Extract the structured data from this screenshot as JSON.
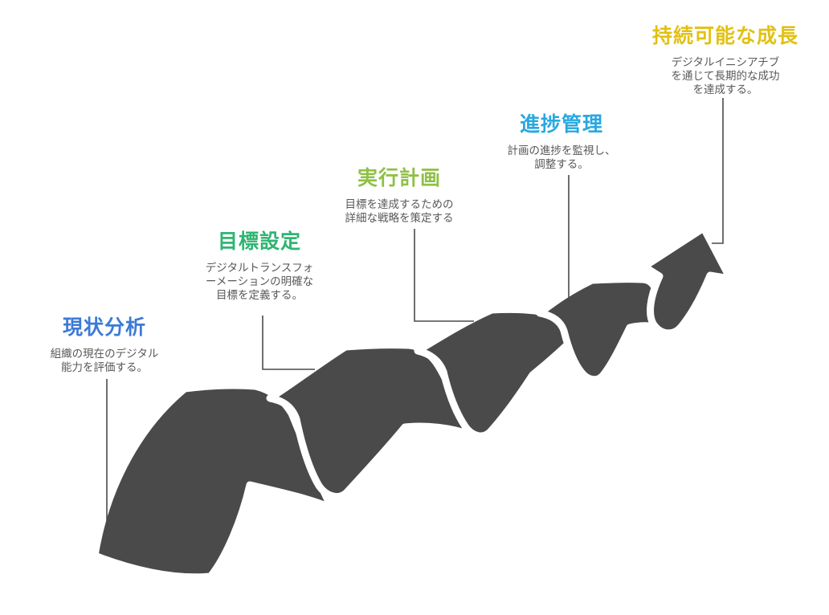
{
  "diagram": {
    "wave_color": "#4a4a4a",
    "gap_color": "#ffffff",
    "line_color": "#4a4a4a",
    "text_color": "#595959",
    "background": "#ffffff",
    "steps": [
      {
        "label": "現状分析",
        "color": "#3c7ad6",
        "desc": [
          "組織の現在のデジタル",
          "能力を評価する。"
        ]
      },
      {
        "label": "目標設定",
        "color": "#2eb572",
        "desc": [
          "デジタルトランスフォ",
          "ーメーションの明確な",
          "目標を定義する。"
        ]
      },
      {
        "label": "実行計画",
        "color": "#8fc046",
        "desc": [
          "目標を達成するための",
          "詳細な戦略を策定する"
        ]
      },
      {
        "label": "進捗管理",
        "color": "#29a8df",
        "desc": [
          "計画の進捗を監視し、",
          "調整する。"
        ]
      },
      {
        "label": "持続可能な成長",
        "color": "#e2c113",
        "desc": [
          "デジタルイニシアチブ",
          "を通じて長期的な成功",
          "を達成する。"
        ]
      }
    ]
  }
}
